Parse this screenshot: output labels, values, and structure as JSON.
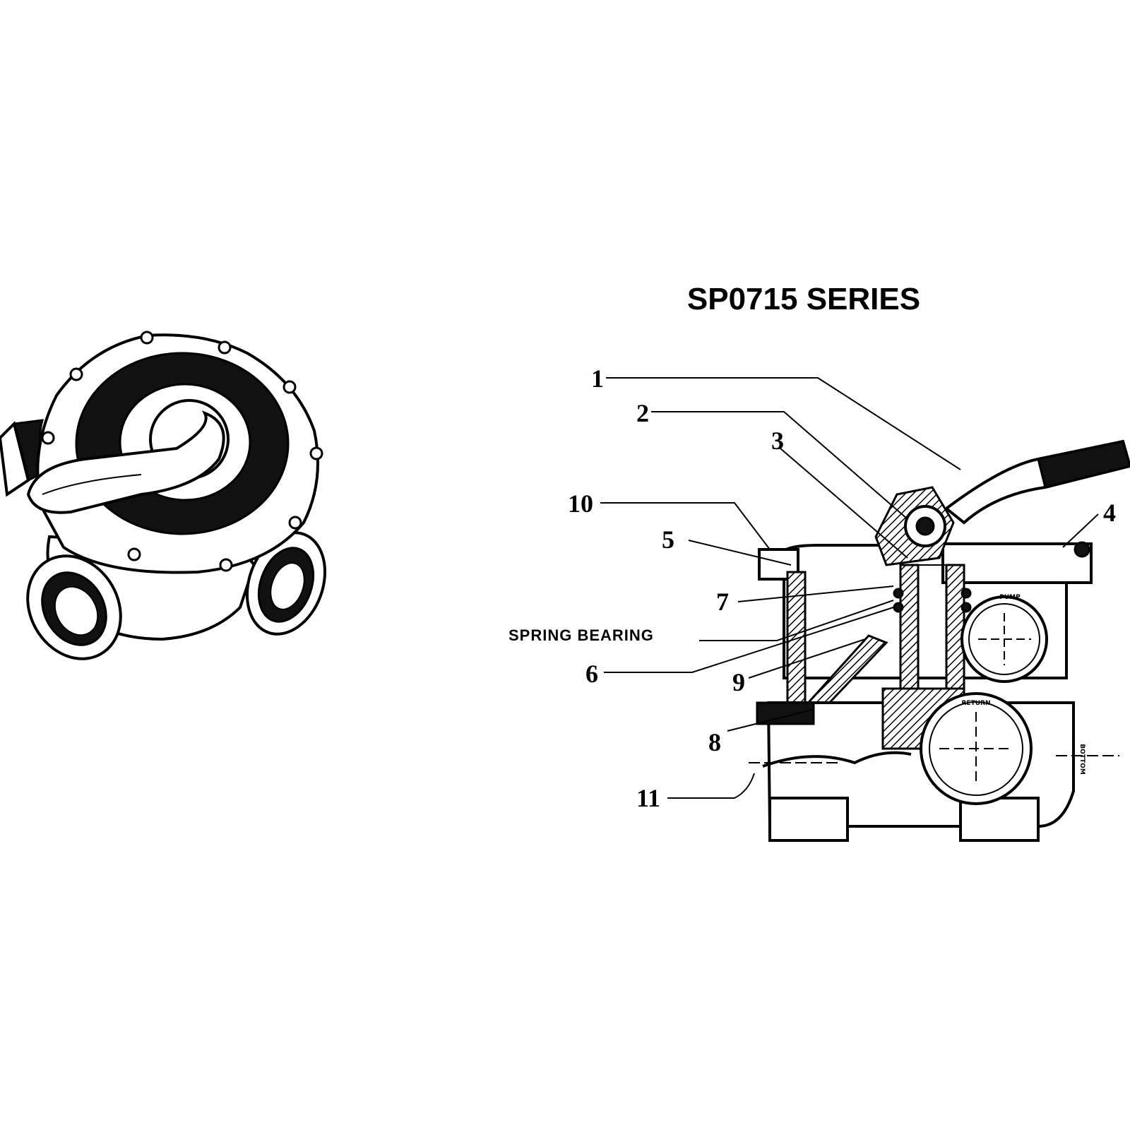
{
  "diagram": {
    "title": "SP0715 SERIES",
    "callouts": [
      {
        "id": "1",
        "label": "1"
      },
      {
        "id": "2",
        "label": "2"
      },
      {
        "id": "3",
        "label": "3"
      },
      {
        "id": "4",
        "label": "4"
      },
      {
        "id": "5",
        "label": "5"
      },
      {
        "id": "6",
        "label": "6"
      },
      {
        "id": "7",
        "label": "7"
      },
      {
        "id": "8",
        "label": "8"
      },
      {
        "id": "9",
        "label": "9"
      },
      {
        "id": "10",
        "label": "10"
      },
      {
        "id": "11",
        "label": "11"
      }
    ],
    "spring_bearing_label": "SPRING BEARING",
    "port_labels": {
      "pump": "PUMP",
      "return": "RETURN",
      "bottom": "BOTTOM"
    }
  }
}
